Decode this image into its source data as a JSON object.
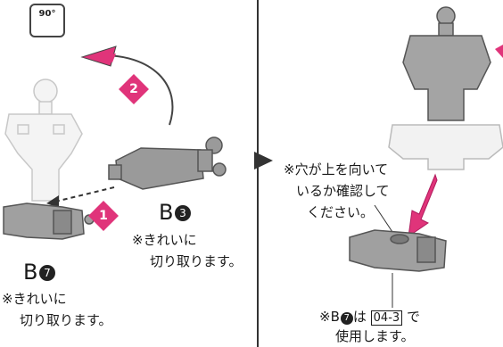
{
  "rotate_badge": {
    "text": "90°",
    "icon": "rotate-90-icon"
  },
  "steps": [
    {
      "number": "1",
      "icon": "step-1-diamond-icon"
    },
    {
      "number": "2",
      "icon": "step-2-diamond-icon"
    }
  ],
  "parts": {
    "b3": {
      "letter": "B",
      "num": "3",
      "note_line1": "※きれいに",
      "note_line2": "切り取ります。"
    },
    "b7": {
      "letter": "B",
      "num": "7",
      "note_line1": "※きれいに",
      "note_line2": "切り取ります。"
    }
  },
  "right_panel": {
    "callout_line1": "※穴が上を向いて",
    "callout_line2": "いるか確認して",
    "callout_line3": "ください。",
    "bottom_prefix": "※B",
    "bottom_num": "7",
    "bottom_mid": "は",
    "bottom_ref": "04-3",
    "bottom_suffix": "で",
    "bottom_line2": "使用します。"
  },
  "colors": {
    "accent_pink": "#e0347a",
    "part_gray": "#9a9a9a",
    "divider": "#333333"
  }
}
